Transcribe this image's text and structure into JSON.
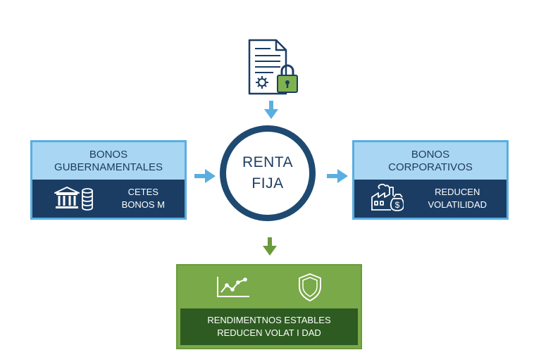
{
  "center": {
    "line1": "RENTA",
    "line2": "FIJA"
  },
  "left_box": {
    "title_line1": "BONOS",
    "title_line2": "GUBERNAMENTALES",
    "detail_line1": "CETES",
    "detail_line2": "BONOS M",
    "icons": [
      "government-building-icon",
      "coin-stack-icon"
    ]
  },
  "right_box": {
    "title_line1": "BONOS",
    "title_line2": "CORPORATIVOS",
    "detail_line1": "REDUCEN",
    "detail_line2": "VOLATILIDAD",
    "icons": [
      "factory-money-bag-icon"
    ]
  },
  "bottom_box": {
    "line1": "RENDIMENTNOS ESTABLES",
    "line2": "REDUCEN VOLAT I DAD",
    "icons": [
      "line-chart-icon",
      "shield-icon"
    ]
  },
  "top_icon": "secure-document-icon",
  "colors": {
    "navy": "#1b3d63",
    "light_blue": "#a9d6f2",
    "arrow_blue": "#5aaee0",
    "green": "#79a948",
    "dark_green": "#2e5b22"
  }
}
